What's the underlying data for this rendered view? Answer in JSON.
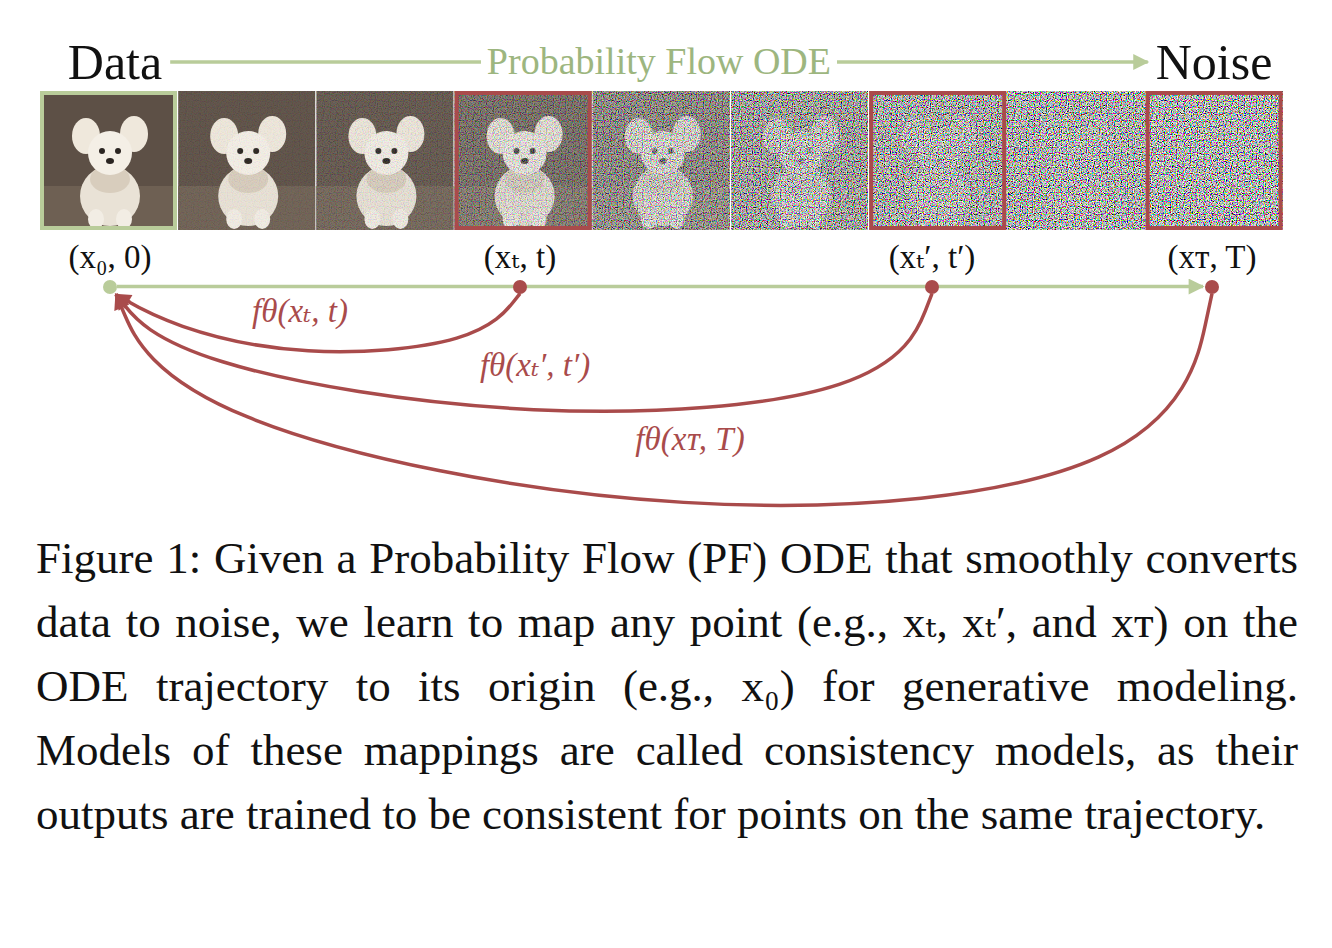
{
  "diagram": {
    "caption": "Figure 1: Given a Probability Flow (PF) ODE that smoothly converts data to noise, we learn to map any point (e.g., xₜ, xₜ′, and xᴛ) on the ODE trajectory to its origin (e.g., x₀) for generative modeling. Models of these mappings are called consistency models, as their outputs are trained to be consistent for points on the same trajectory.",
    "nodes": [
      {
        "text": [
          "Data"
        ]
      },
      {
        "text": [
          "Noise"
        ]
      },
      {
        "text": [
          "(x₀, 0)"
        ]
      },
      {
        "text": [
          "(xₜ, t)"
        ]
      },
      {
        "text": [
          "(xₜ′, t′)"
        ]
      },
      {
        "text": [
          "(xᴛ, T)"
        ]
      }
    ],
    "edges": [
      {
        "from": 0,
        "to": 1,
        "arrow": "to",
        "label": "Probability Flow ODE"
      },
      {
        "from": 2,
        "to": 5,
        "arrow": "to"
      },
      {
        "from": 3,
        "to": 2,
        "arrow": "to",
        "label": "fθ(xₜ, t)"
      },
      {
        "from": 4,
        "to": 2,
        "arrow": "to",
        "label": "fθ(xₜ′, t′)"
      },
      {
        "from": 5,
        "to": 2,
        "arrow": "to",
        "label": "fθ(xᴛ, T)"
      }
    ]
  }
}
